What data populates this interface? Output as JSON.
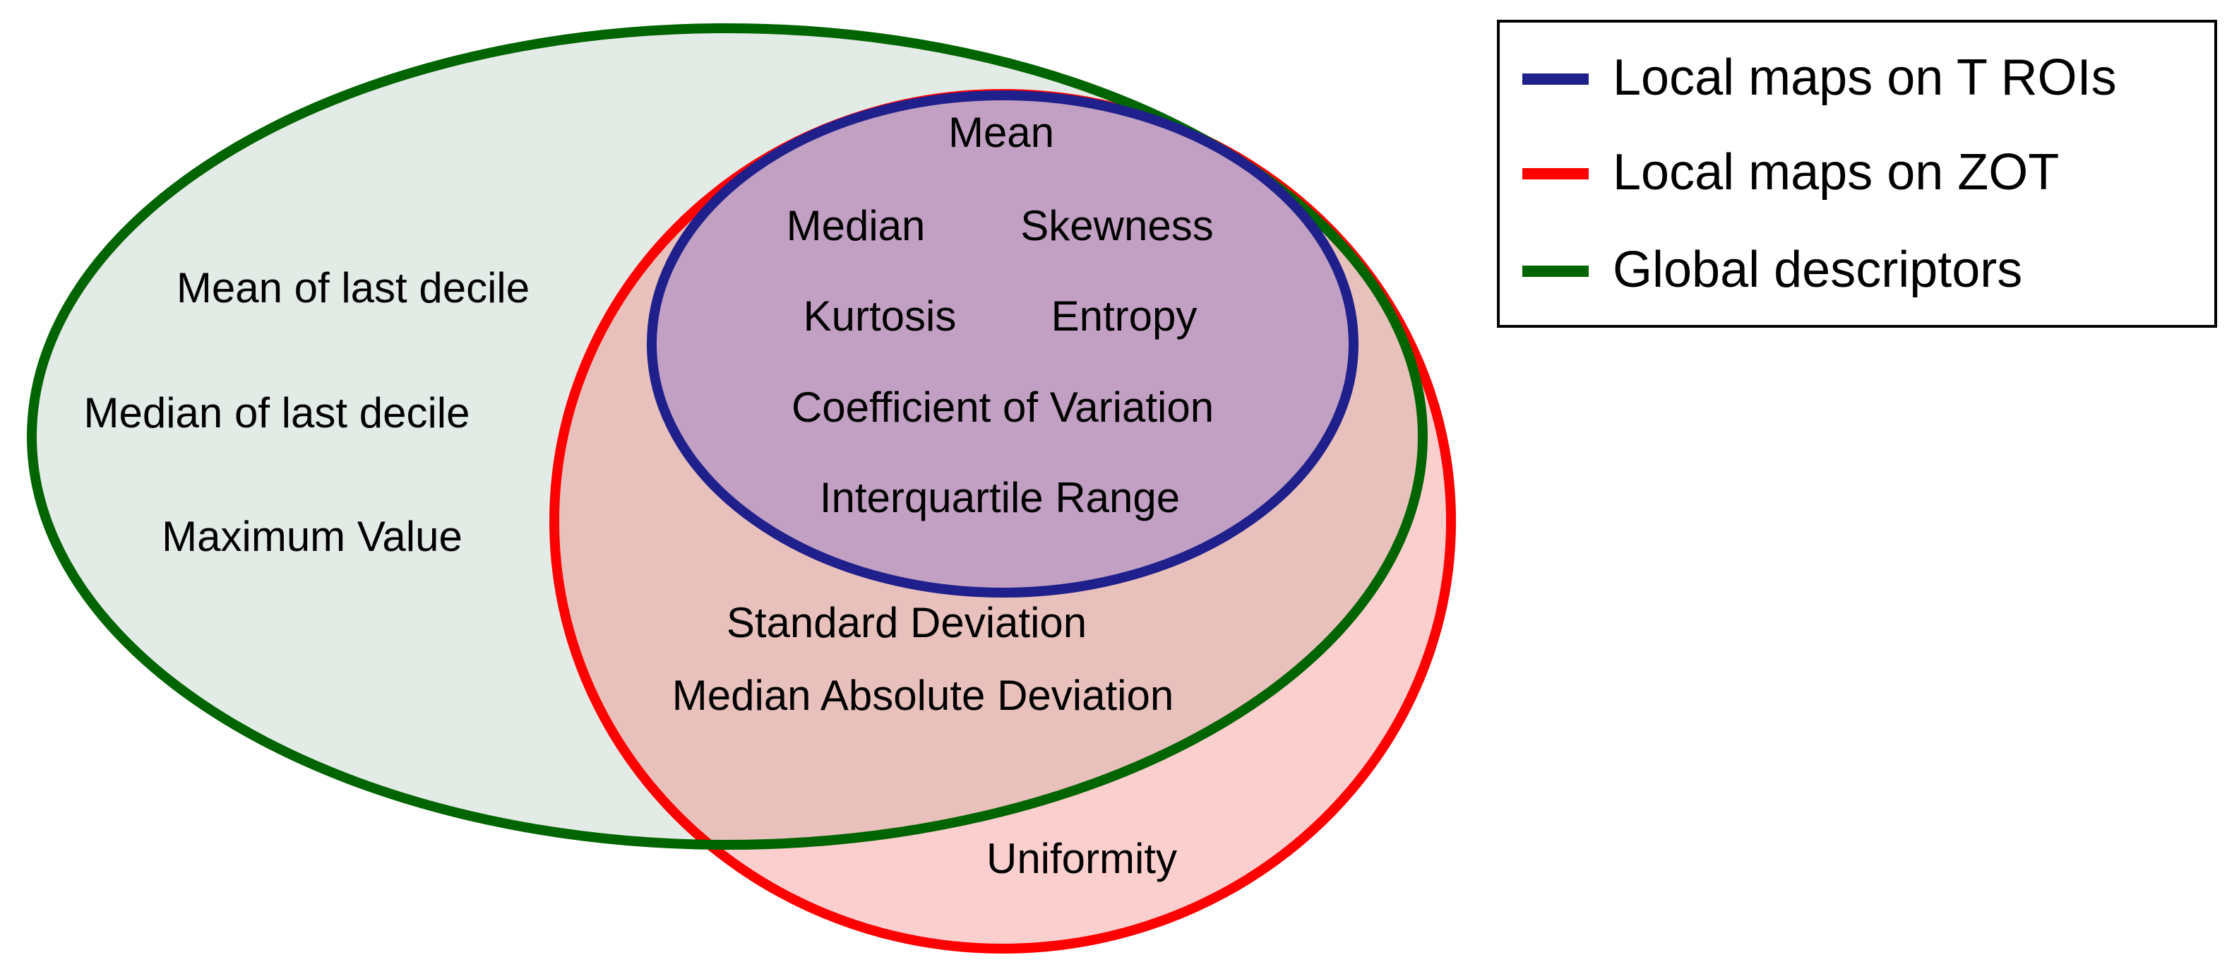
{
  "colors": {
    "global": "#006400",
    "zot": "#ff0000",
    "troi": "#20208c",
    "global_fill": "#e3ebe6",
    "zot_fill": "#fccfcf",
    "overlap_fill": "#e8c0bc",
    "troi_fill": "#c2a0c3"
  },
  "legend": {
    "items": [
      {
        "label": "Local maps on T ROIs",
        "color": "#20208c"
      },
      {
        "label": "Local maps on ZOT",
        "color": "#ff0000"
      },
      {
        "label": "Global descriptors",
        "color": "#006400"
      }
    ]
  },
  "sets": {
    "global_only": [
      "Mean of last decile",
      "Median of last decile",
      "Maximum Value"
    ],
    "troi_inner": [
      "Mean",
      "Median",
      "Skewness",
      "Kurtosis",
      "Entropy",
      "Coefficient of Variation",
      "Interquartile Range"
    ],
    "global_and_zot": [
      "Standard Deviation",
      "Median Absolute Deviation"
    ],
    "zot_only": [
      "Uniformity"
    ]
  }
}
